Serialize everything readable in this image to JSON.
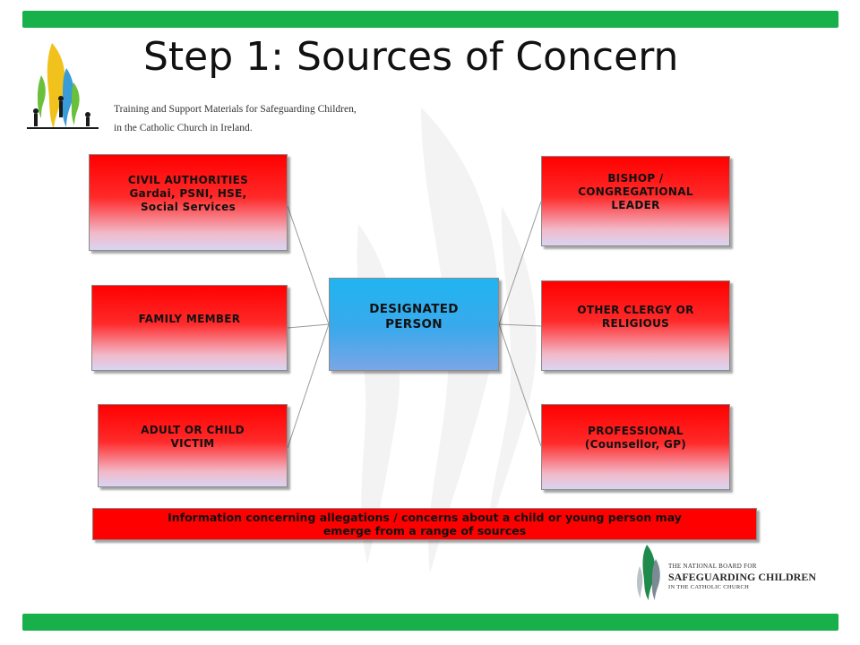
{
  "slide": {
    "title": "Step 1: Sources of Concern",
    "subtitle_line1": "Training and Support Materials for Safeguarding Children,",
    "subtitle_line2": "in the Catholic Church in Ireland."
  },
  "diagram": {
    "center": "DESIGNATED\nPERSON",
    "left_sources": [
      "CIVIL AUTHORITIES\nGardai, PSNI, HSE,\nSocial Services",
      "FAMILY MEMBER",
      "ADULT OR CHILD\nVICTIM"
    ],
    "right_sources": [
      "BISHOP /\nCONGREGATIONAL\nLEADER",
      "OTHER CLERGY OR\nRELIGIOUS",
      "PROFESSIONAL\n(Counsellor, GP)"
    ],
    "banner_line1": "Information concerning allegations / concerns about a child or young person may",
    "banner_line2": "emerge from a range of sources"
  },
  "footer": {
    "line1": "THE NATIONAL BOARD FOR",
    "line2": "SAFEGUARDING CHILDREN",
    "line3": "IN THE CATHOLIC CHURCH"
  },
  "colors": {
    "accent_bar": "#18b04a",
    "source_box": "#ff0000",
    "center_box": "#20b4f0"
  }
}
